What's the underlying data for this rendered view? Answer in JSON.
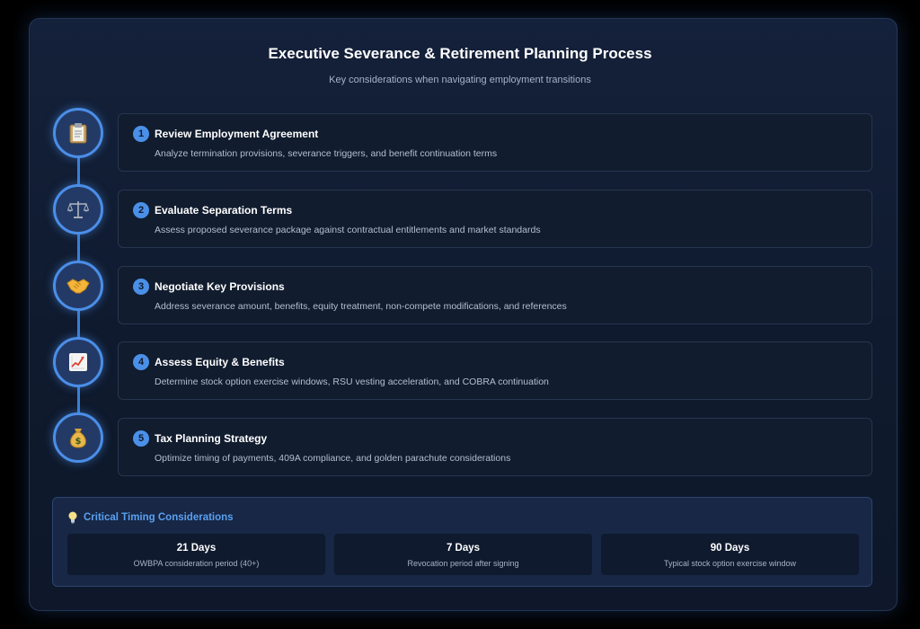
{
  "header": {
    "title": "Executive Severance & Retirement Planning Process",
    "subtitle": "Key considerations when navigating employment transitions"
  },
  "steps": [
    {
      "number": "1",
      "icon": "clipboard-icon",
      "title": "Review Employment Agreement",
      "description": "Analyze termination provisions, severance triggers, and benefit continuation terms"
    },
    {
      "number": "2",
      "icon": "scales-icon",
      "title": "Evaluate Separation Terms",
      "description": "Assess proposed severance package against contractual entitlements and market standards"
    },
    {
      "number": "3",
      "icon": "handshake-icon",
      "title": "Negotiate Key Provisions",
      "description": "Address severance amount, benefits, equity treatment, non-compete modifications, and references"
    },
    {
      "number": "4",
      "icon": "chart-up-icon",
      "title": "Assess Equity & Benefits",
      "description": "Determine stock option exercise windows, RSU vesting acceleration, and COBRA continuation"
    },
    {
      "number": "5",
      "icon": "money-bag-icon",
      "title": "Tax Planning Strategy",
      "description": "Optimize timing of payments, 409A compliance, and golden parachute considerations"
    }
  ],
  "timing": {
    "icon": "lightbulb-icon",
    "title": "Critical Timing Considerations",
    "items": [
      {
        "value": "21 Days",
        "label": "OWBPA consideration period (40+)"
      },
      {
        "value": "7 Days",
        "label": "Revocation period after signing"
      },
      {
        "value": "90 Days",
        "label": "Typical stock option exercise window"
      }
    ]
  },
  "colors": {
    "accent": "#4a90e8",
    "background": "#0f1a2e",
    "highlight": "#5aa0f0"
  }
}
